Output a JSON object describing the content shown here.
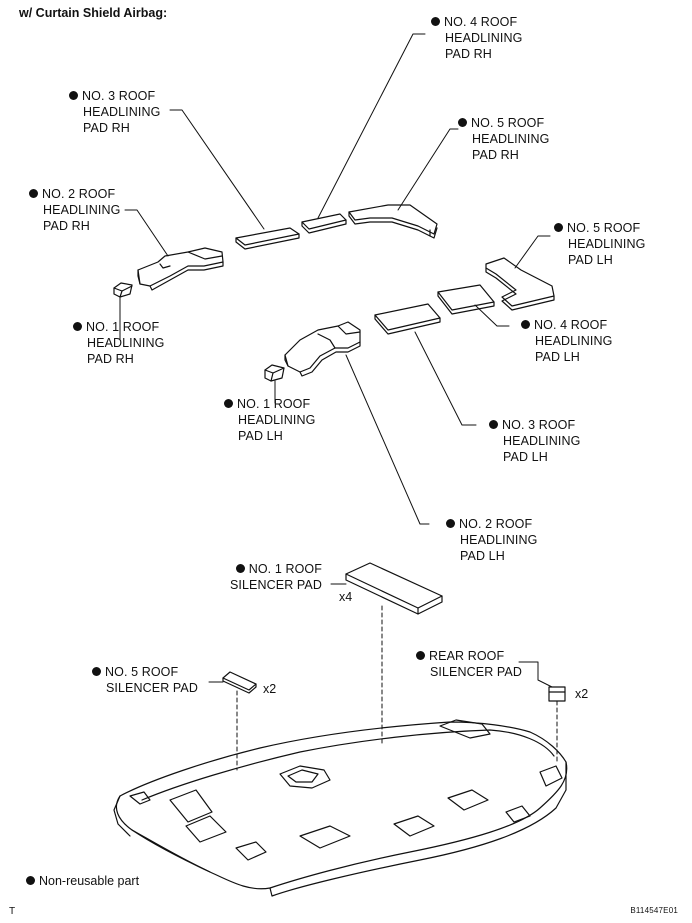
{
  "title": "w/ Curtain Shield Airbag:",
  "parts": [
    {
      "id": "no4-rh",
      "lines": [
        "NO. 4 ROOF",
        "HEADLINING",
        "PAD RH"
      ],
      "non_reusable": true
    },
    {
      "id": "no3-rh",
      "lines": [
        "NO. 3 ROOF",
        "HEADLINING",
        "PAD RH"
      ],
      "non_reusable": true
    },
    {
      "id": "no5-rh",
      "lines": [
        "NO. 5 ROOF",
        "HEADLINING",
        "PAD RH"
      ],
      "non_reusable": true
    },
    {
      "id": "no2-rh",
      "lines": [
        "NO. 2 ROOF",
        "HEADLINING",
        "PAD RH"
      ],
      "non_reusable": true
    },
    {
      "id": "no5-lh",
      "lines": [
        "NO. 5 ROOF",
        "HEADLINING",
        "PAD LH"
      ],
      "non_reusable": true
    },
    {
      "id": "no1-rh",
      "lines": [
        "NO. 1 ROOF",
        "HEADLINING",
        "PAD RH"
      ],
      "non_reusable": true
    },
    {
      "id": "no4-lh",
      "lines": [
        "NO. 4 ROOF",
        "HEADLINING",
        "PAD LH"
      ],
      "non_reusable": true
    },
    {
      "id": "no1-lh",
      "lines": [
        "NO. 1 ROOF",
        "HEADLINING",
        "PAD LH"
      ],
      "non_reusable": true
    },
    {
      "id": "no3-lh",
      "lines": [
        "NO. 3 ROOF",
        "HEADLINING",
        "PAD LH"
      ],
      "non_reusable": true
    },
    {
      "id": "no2-lh",
      "lines": [
        "NO. 2 ROOF",
        "HEADLINING",
        "PAD LH"
      ],
      "non_reusable": true
    },
    {
      "id": "no1-silencer",
      "lines": [
        "NO. 1 ROOF",
        "SILENCER PAD"
      ],
      "non_reusable": true,
      "qty": "x4"
    },
    {
      "id": "rear-silencer",
      "lines": [
        "REAR ROOF",
        "SILENCER PAD"
      ],
      "non_reusable": true,
      "qty": "x2"
    },
    {
      "id": "no5-silencer",
      "lines": [
        "NO. 5 ROOF",
        "SILENCER PAD"
      ],
      "non_reusable": true,
      "qty": "x2"
    }
  ],
  "legend": {
    "symbol": "filled-dot",
    "text": "Non-reusable part"
  },
  "corner_mark": "T",
  "figure_code": "B114547E01"
}
